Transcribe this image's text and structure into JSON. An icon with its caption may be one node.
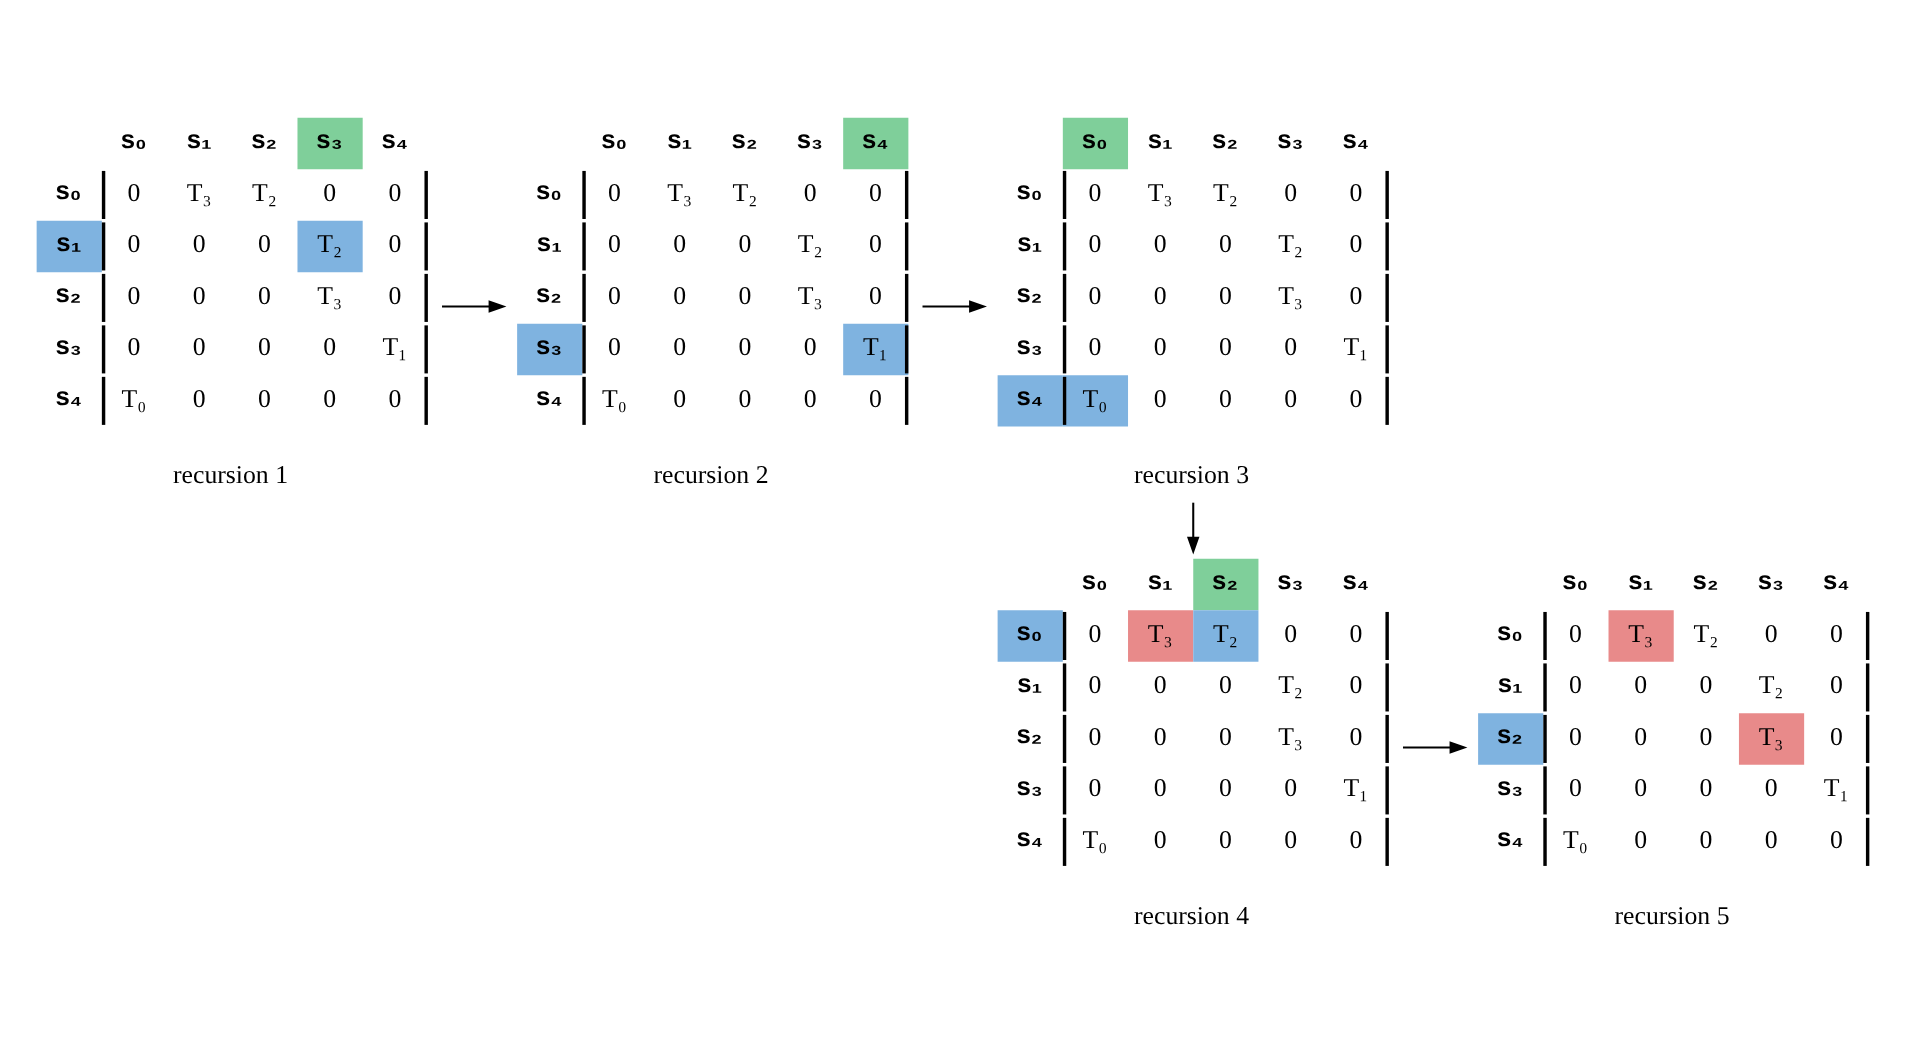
{
  "diagram": {
    "nodes": [
      {
        "text": [
          "s₀",
          "s₁",
          "s₂",
          "s₃",
          "s₄",
          "s₀",
          "0",
          "T₃",
          "T₂",
          "0",
          "0",
          "s₁",
          "0",
          "0",
          "0",
          "T₂",
          "0",
          "s₂",
          "0",
          "0",
          "0",
          "T₃",
          "0",
          "s₃",
          "0",
          "0",
          "0",
          "0",
          "T₁",
          "s₄",
          "T₀",
          "0",
          "0",
          "0",
          "0"
        ],
        "beside": [
          "recursion 1"
        ]
      },
      {
        "text": [
          "s₀",
          "s₁",
          "s₂",
          "s₃",
          "s₄",
          "s₀",
          "0",
          "T₃",
          "T₂",
          "0",
          "0",
          "s₁",
          "0",
          "0",
          "0",
          "T₂",
          "0",
          "s₂",
          "0",
          "0",
          "0",
          "T₃",
          "0",
          "s₃",
          "0",
          "0",
          "0",
          "0",
          "T₁",
          "s₄",
          "T₀",
          "0",
          "0",
          "0",
          "0"
        ],
        "beside": [
          "recursion 2"
        ]
      },
      {
        "text": [
          "s₀",
          "s₁",
          "s₂",
          "s₃",
          "s₄",
          "s₀",
          "0",
          "T₃",
          "T₂",
          "0",
          "0",
          "s₁",
          "0",
          "0",
          "0",
          "T₂",
          "0",
          "s₂",
          "0",
          "0",
          "0",
          "T₃",
          "0",
          "s₃",
          "0",
          "0",
          "0",
          "0",
          "T₁",
          "s₄",
          "T₀",
          "0",
          "0",
          "0",
          "0"
        ],
        "beside": [
          "recursion 3"
        ]
      },
      {
        "text": [
          "s₀",
          "s₁",
          "s₂",
          "s₃",
          "s₄",
          "s₀",
          "0",
          "T₃",
          "T₂",
          "0",
          "0",
          "s₁",
          "0",
          "0",
          "0",
          "T₂",
          "0",
          "s₂",
          "0",
          "0",
          "0",
          "T₃",
          "0",
          "s₃",
          "0",
          "0",
          "0",
          "0",
          "T₁",
          "s₄",
          "T₀",
          "0",
          "0",
          "0",
          "0"
        ],
        "beside": [
          "recursion 4"
        ]
      },
      {
        "text": [
          "s₀",
          "s₁",
          "s₂",
          "s₃",
          "s₄",
          "s₀",
          "0",
          "T₃",
          "T₂",
          "0",
          "0",
          "s₁",
          "0",
          "0",
          "0",
          "T₂",
          "0",
          "s₂",
          "0",
          "0",
          "0",
          "T₃",
          "0",
          "s₃",
          "0",
          "0",
          "0",
          "0",
          "T₁",
          "s₄",
          "T₀",
          "0",
          "0",
          "0",
          "0"
        ],
        "beside": [
          "recursion 5"
        ]
      }
    ],
    "edges": [
      {
        "from": 0,
        "to": 1,
        "arrow": "to"
      },
      {
        "from": 1,
        "to": 2,
        "arrow": "to"
      },
      {
        "from": 2,
        "to": 3,
        "arrow": "to"
      },
      {
        "from": 3,
        "to": 4,
        "arrow": "to"
      }
    ]
  }
}
